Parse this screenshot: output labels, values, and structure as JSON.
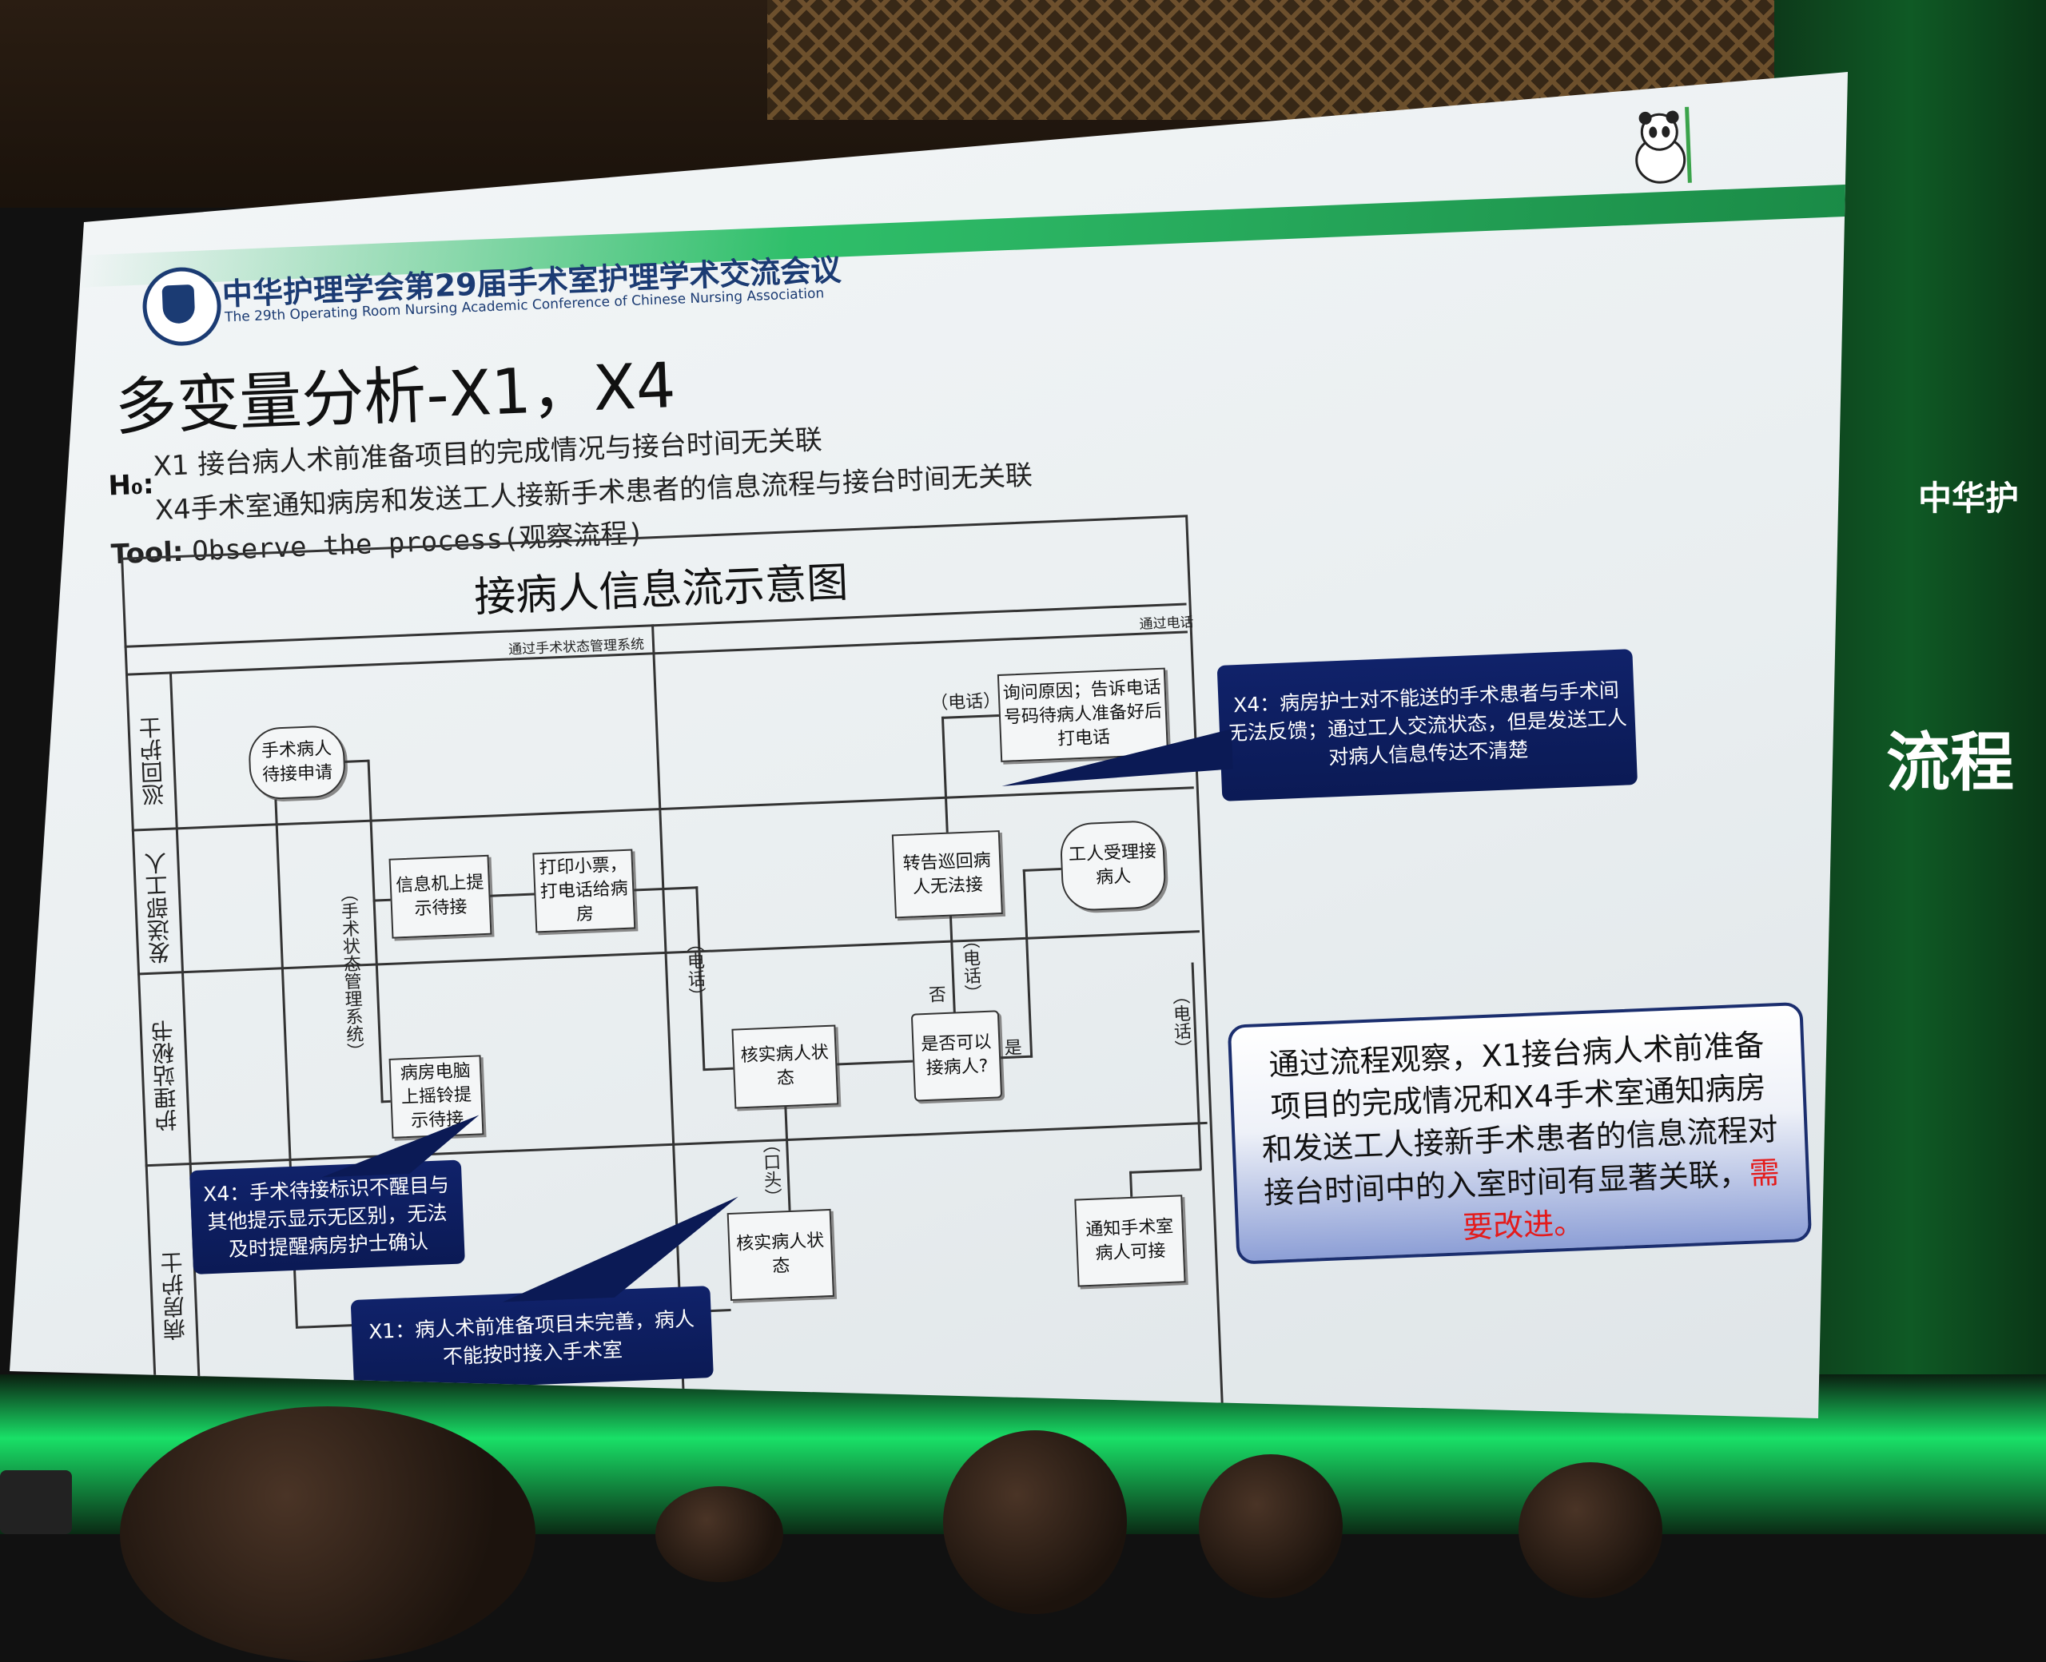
{
  "conference": {
    "title": "中华护理学会第29届手术室护理学术交流会议",
    "subtitle": "The 29th Operating Room Nursing Academic Conference of Chinese Nursing Association"
  },
  "slide": {
    "title": "多变量分析-X1，X4",
    "h0_label": "H₀:",
    "h0_line1": "X1 接台病人术前准备项目的完成情况与接台时间无关联",
    "h0_line2": "X4手术室通知病房和发送工人接新手术患者的信息流程与接台时间无关联",
    "tool_label": "Tool:",
    "tool_text": "Observe the process(观察流程)"
  },
  "flowchart": {
    "title": "接病人信息流示意图",
    "label_system": "通过手术状态管理系统",
    "label_phone": "通过电话",
    "lanes": [
      "巡回护士",
      "发送部工人",
      "护理站秘书",
      "病房护士"
    ],
    "boxes": {
      "request": "手术病人待接申请",
      "prompt": "信息机上提示待接",
      "print": "打印小票，打电话给病房",
      "ward_pc": "病房电脑上摇铃提示待接",
      "verify1": "核实病人状态",
      "decision": "是否可以接病人?",
      "inform": "转告巡回病人无法接",
      "ask": "询问原因；告诉电话号码待病人准备好后打电话",
      "worker": "工人受理接病人",
      "verify2": "核实病人状态",
      "notify": "通知手术室病人可接"
    },
    "edges": {
      "phone": "（电话）",
      "system": "（手术状态管理系统）",
      "phone_v": "（电话）",
      "no": "否",
      "yes": "是",
      "oral": "（口头）"
    }
  },
  "callouts": {
    "x4_top": "X4：病房护士对不能送的手术患者与手术间无法反馈；通过工人交流状态，但是发送工人对病人信息传达不清楚",
    "x4_left": "X4：手术待接标识不醒目与其他提示显示无区别，无法及时提醒病房护士确认",
    "x1_bottom": "X1：病人术前准备项目未完善，病人不能按时接入手术室"
  },
  "conclusion": {
    "text": "通过流程观察，X1接台病人术前准备项目的完成情况和X4手术室通知病房和发送工人接新手术患者的信息流程对接台时间中的入室时间有显著关联，",
    "highlight": "需要改进。"
  },
  "room": {
    "right_text_1": "中华护",
    "right_text_2": "流程"
  },
  "colors": {
    "callout_bg": "#0b1a55",
    "highlight_red": "#e41b1b",
    "wall_green": "#0f5a25"
  }
}
